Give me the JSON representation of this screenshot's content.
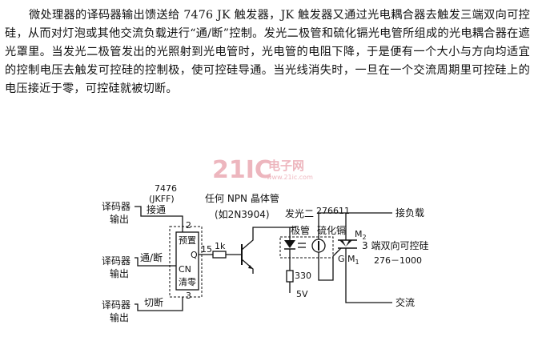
{
  "paragraph": "微处理器的译码器输出馈送给 7476 JK 触发器，JK 触发器又通过光电耦合器去触发三端双向可控硅，从而对灯泡或其他交流负载进行“通/断”控制。发光二极管和硫化镉光电管所组成的光电耦合器在遮光罩里。当发光二极管发出的光照射到光电管时，光电管的电阻下降，于是便有一个大小与方向均适宜的控制电压去触发可控硅的控制极，使可控硅导通。当光线消失时，一旦在一个交流周期里可控硅上的电压接近于零，可控硅就被切断。",
  "watermark": {
    "main": "21IC",
    "cn": "电子网",
    "url": "www.21ic.com"
  },
  "diagram": {
    "flipflop_part": "7476",
    "flipflop_type": "(JKFF)",
    "input_1_label": "译码器",
    "input_1_label2": "输出",
    "input_1_action": "接通",
    "input_2_label": "译码器",
    "input_2_label2": "输出",
    "input_2_action": "通/断",
    "input_3_label": "译码器",
    "input_3_label2": "输出",
    "input_3_action": "切断",
    "pin_preset": "2",
    "pin_clear": "3",
    "pin_out": "15",
    "box_preset": "预置",
    "box_q": "Q",
    "box_cn": "CN",
    "box_clear": "清零",
    "resistor_1": "1k",
    "transistor_label": "任何 NPN 晶体管",
    "transistor_example": "(如2N3904)",
    "coupler_part": "276611",
    "led_label": "发光二",
    "led_label2": "极管",
    "photocell_label": "硫化镉",
    "resistor_2": "330",
    "supply": "5V",
    "triac_label": "3 端双向可控硅",
    "triac_part": "276－1000",
    "triac_m2": "M",
    "triac_m2_sub": "2",
    "triac_gm": "G M",
    "triac_gm_sub": "1",
    "load_label": "接负载",
    "ac_label": "交流"
  }
}
